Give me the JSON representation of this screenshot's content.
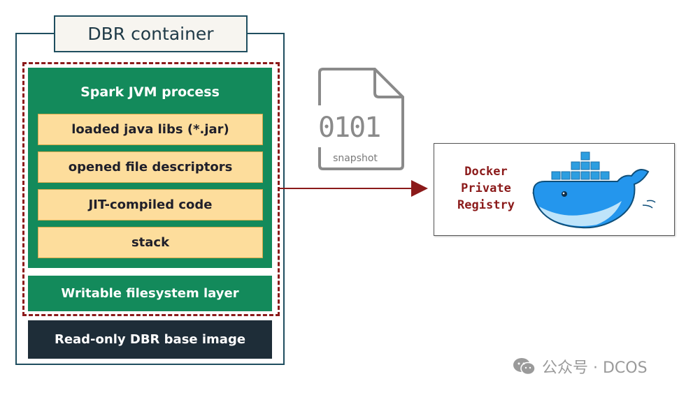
{
  "container": {
    "title": "DBR container",
    "jvm_title": "Spark JVM process",
    "jvm_items": [
      "loaded java libs (*.jar)",
      "opened file descriptors",
      "JIT-compiled code",
      "stack"
    ],
    "writable_layer": "Writable filesystem layer",
    "readonly_layer": "Read-only DBR base image"
  },
  "snapshot": {
    "binary": "0101",
    "label": "snapshot"
  },
  "registry": {
    "lines": [
      "Docker",
      "Private",
      "Registry"
    ]
  },
  "watermark": {
    "text": "公众号 · DCOS"
  },
  "colors": {
    "outline": "#1f4e5f",
    "dashed": "#8b1a1a",
    "green": "#138a5b",
    "yellow": "#fddd9c",
    "dark": "#1e2d38",
    "arrow": "#8b1a1a",
    "docker_blue": "#2496ed"
  }
}
